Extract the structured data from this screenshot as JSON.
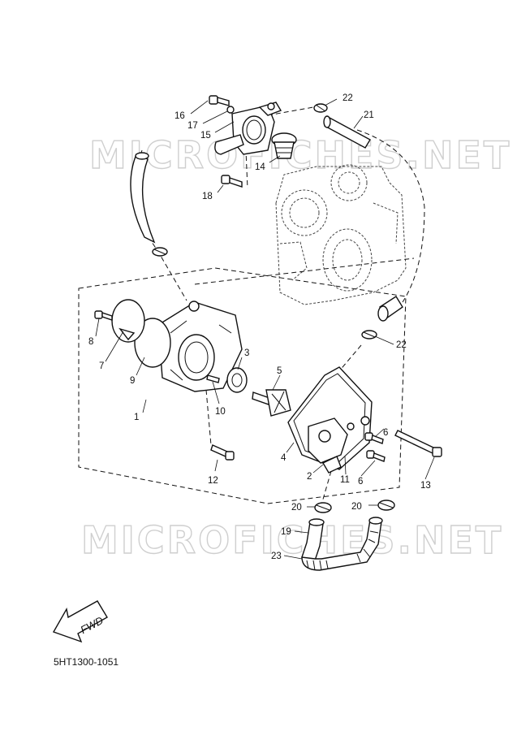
{
  "watermark": "MICROFICHES.NET",
  "fwd_label": "FWD",
  "drawing_code": "5HT1300-1051",
  "callouts": [
    "1",
    "2",
    "3",
    "4",
    "5",
    "6",
    "6",
    "7",
    "8",
    "9",
    "10",
    "11",
    "12",
    "13",
    "14",
    "15",
    "16",
    "17",
    "18",
    "19",
    "20",
    "20",
    "21",
    "22",
    "22",
    "23"
  ]
}
